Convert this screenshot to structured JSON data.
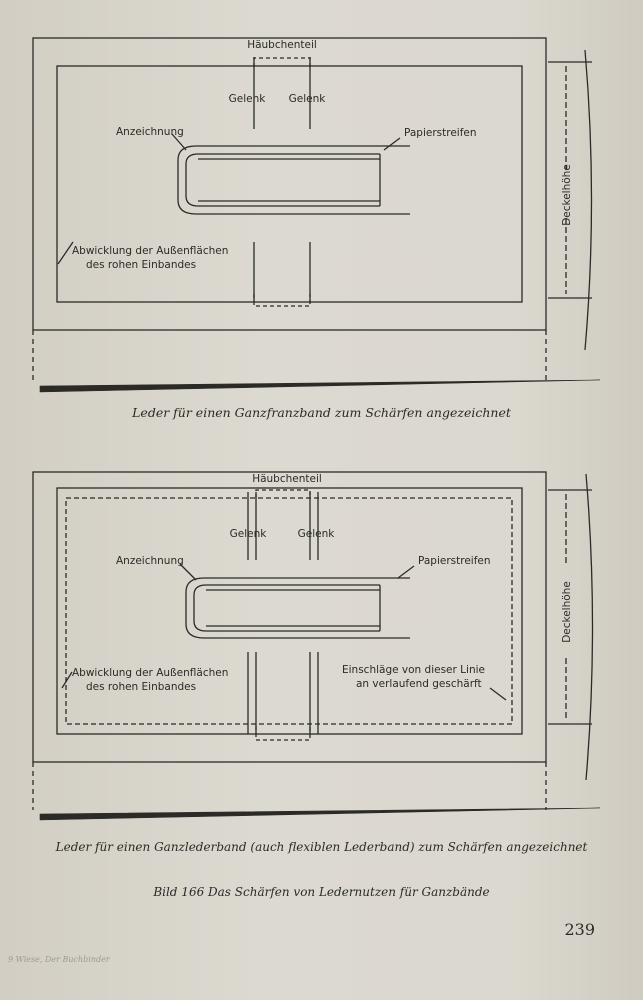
{
  "figure_top": {
    "labels": {
      "haeubchenteil": "Häubchenteil",
      "gelenk_left": "Gelenk",
      "gelenk_right": "Gelenk",
      "anzeichnung": "Anzeichnung",
      "papierstreifen": "Papierstreifen",
      "abwicklung_1": "Abwicklung der Außenflächen",
      "abwicklung_2": "des rohen Einbandes",
      "deckelhoehe": "Deckelhöhe"
    },
    "caption": "Leder für einen Ganzfranzband zum Schärfen angezeichnet"
  },
  "figure_bottom": {
    "labels": {
      "haeubchenteil": "Häubchenteil",
      "gelenk_left": "Gelenk",
      "gelenk_right": "Gelenk",
      "anzeichnung": "Anzeichnung",
      "papierstreifen": "Papierstreifen",
      "abwicklung_1": "Abwicklung der Außenflächen",
      "abwicklung_2": "des rohen Einbandes",
      "einschlaege_1": "Einschläge von dieser Linie",
      "einschlaege_2": "an verlaufend geschärft",
      "deckelhoehe": "Deckelhöhe"
    },
    "caption": "Leder für einen Ganzlederband (auch flexiblen Lederband) zum Schärfen angezeichnet"
  },
  "figure_caption": "Bild 166  Das Schärfen von Ledernutzen für Ganzbände",
  "page_number": "239",
  "faint_footer": "9 Wiese, Der Buchbinder"
}
